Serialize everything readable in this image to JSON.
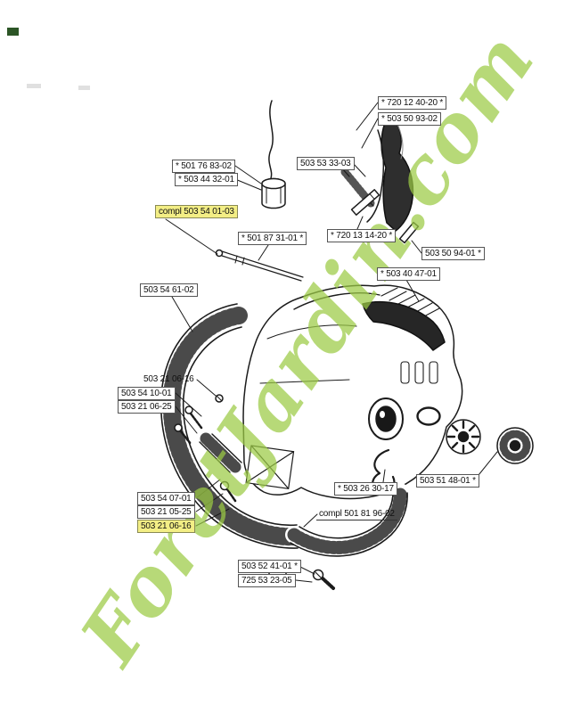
{
  "watermark": {
    "text": "ForetJardin.com",
    "color": "#9ccb45"
  },
  "highlight_color": "#f3ee85",
  "labels": [
    {
      "text": "* 720 12 40-20 *",
      "style": "boxed"
    },
    {
      "text": "* 503 50 93-02",
      "style": "boxed"
    },
    {
      "text": "503 53 33-03",
      "style": "boxed"
    },
    {
      "text": "* 501 76 83-02",
      "style": "boxed"
    },
    {
      "text": "* 503 44 32-01",
      "style": "boxed"
    },
    {
      "text": "compl 503 54 01-03",
      "style": "highlight"
    },
    {
      "text": "* 501 87 31-01 *",
      "style": "boxed"
    },
    {
      "text": "* 720 13 14-20 *",
      "style": "boxed"
    },
    {
      "text": "503 50 94-01 *",
      "style": "boxed"
    },
    {
      "text": "* 503 40 47-01",
      "style": "boxed"
    },
    {
      "text": "503 54 61-02",
      "style": "boxed"
    },
    {
      "text": "503 21 06-16",
      "style": "plain"
    },
    {
      "text": "503 54 10-01",
      "style": "boxed"
    },
    {
      "text": "503 21 06-25",
      "style": "boxed"
    },
    {
      "text": "* 503 26 30-17",
      "style": "boxed"
    },
    {
      "text": "503 51 48-01 *",
      "style": "boxed"
    },
    {
      "text": "compl 501 81 96-02",
      "style": "underline"
    },
    {
      "text": "503 54 07-01",
      "style": "boxed"
    },
    {
      "text": "503 21 05-25",
      "style": "boxed"
    },
    {
      "text": "503 21 06-16",
      "style": "highlight"
    },
    {
      "text": "503 52 41-01 *",
      "style": "boxed"
    },
    {
      "text": "725 53 23-05",
      "style": "boxed"
    }
  ]
}
